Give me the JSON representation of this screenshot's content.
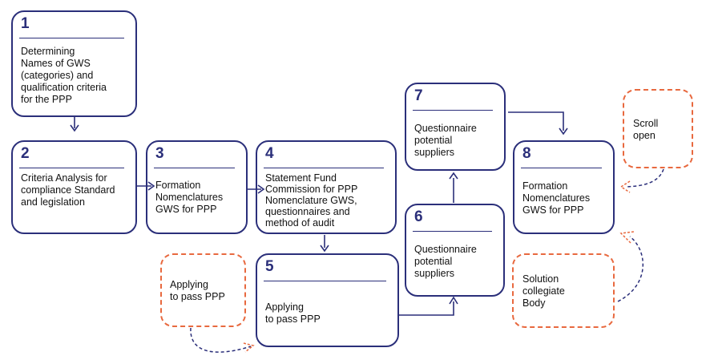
{
  "steps": [
    {
      "number": "1",
      "lines": [
        "Determining",
        "Names of GWS",
        "(categories) and",
        "qualification criteria",
        "for the PPP"
      ]
    },
    {
      "number": "2",
      "lines": [
        "Criteria Analysis for",
        "compliance Standard",
        "and legislation"
      ]
    },
    {
      "number": "3",
      "lines": [
        "Formation",
        "Nomenclatures",
        "GWS for PPP"
      ]
    },
    {
      "number": "4",
      "lines": [
        "Statement Fund",
        "Commission for PPP",
        "Nomenclature GWS,",
        "questionnaires and",
        "method of audit"
      ]
    },
    {
      "number": "5",
      "lines": [
        "Applying",
        "to pass PPP"
      ]
    },
    {
      "number": "6",
      "lines": [
        "Questionnaire",
        "potential",
        "suppliers"
      ]
    },
    {
      "number": "7",
      "lines": [
        "Questionnaire",
        "potential",
        "suppliers"
      ]
    },
    {
      "number": "8",
      "lines": [
        "Formation",
        "Nomenclatures",
        "GWS for PPP"
      ]
    }
  ],
  "side_notes": [
    {
      "id": "applying",
      "lines": [
        "Applying",
        "to pass PPP"
      ]
    },
    {
      "id": "scroll",
      "lines": [
        "Scroll",
        "open"
      ]
    },
    {
      "id": "solution",
      "lines": [
        "Solution",
        "collegiate",
        "Body"
      ]
    }
  ],
  "colors": {
    "primary": "#2b2f7a",
    "accent": "#e8693f",
    "text": "#111111"
  }
}
